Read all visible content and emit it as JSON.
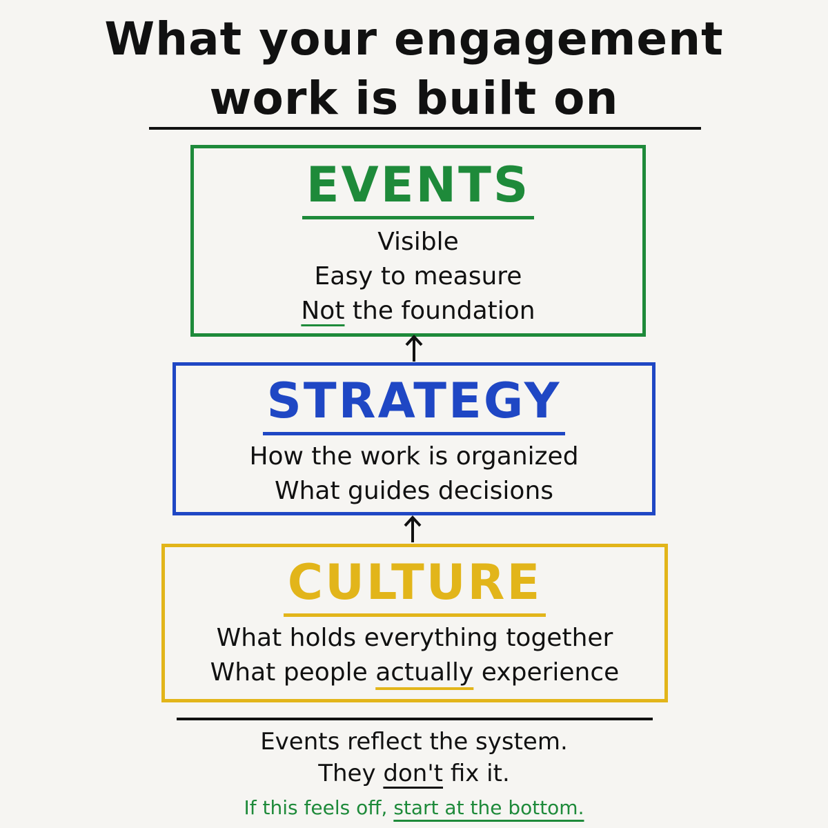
{
  "title": {
    "line1": "What your engagement",
    "line2": "work is built on"
  },
  "colors": {
    "events": "#1e8a3a",
    "strategy": "#1f47c4",
    "culture": "#e2b51a",
    "ink": "#111111",
    "background": "#f6f5f2"
  },
  "events": {
    "heading": "EVENTS",
    "line1": "Visible",
    "line2": "Easy to measure",
    "line3_underlined": "Not",
    "line3_rest": " the foundation"
  },
  "strategy": {
    "heading": "STRATEGY",
    "line1": "How the work is organized",
    "line2": "What guides decisions"
  },
  "culture": {
    "heading": "CULTURE",
    "line1": "What holds everything together",
    "line2_before": "What people ",
    "line2_underlined": "actually",
    "line2_after": " experience"
  },
  "footer": {
    "line1": "Events reflect the system.",
    "line2_before": "They ",
    "line2_underlined": "don't",
    "line2_after": " fix it.",
    "line3_before": "If this feels off, ",
    "line3_underlined": "start at the bottom."
  }
}
